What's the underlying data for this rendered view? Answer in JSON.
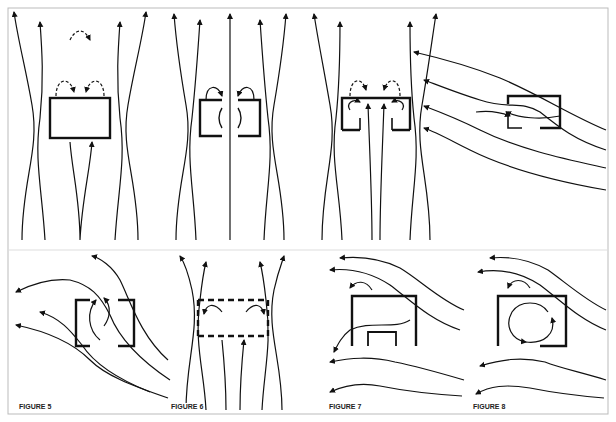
{
  "diagram": {
    "labels": [
      "FIGURE 5",
      "FIGURE 6",
      "FIGURE 7",
      "FIGURE 8"
    ]
  }
}
